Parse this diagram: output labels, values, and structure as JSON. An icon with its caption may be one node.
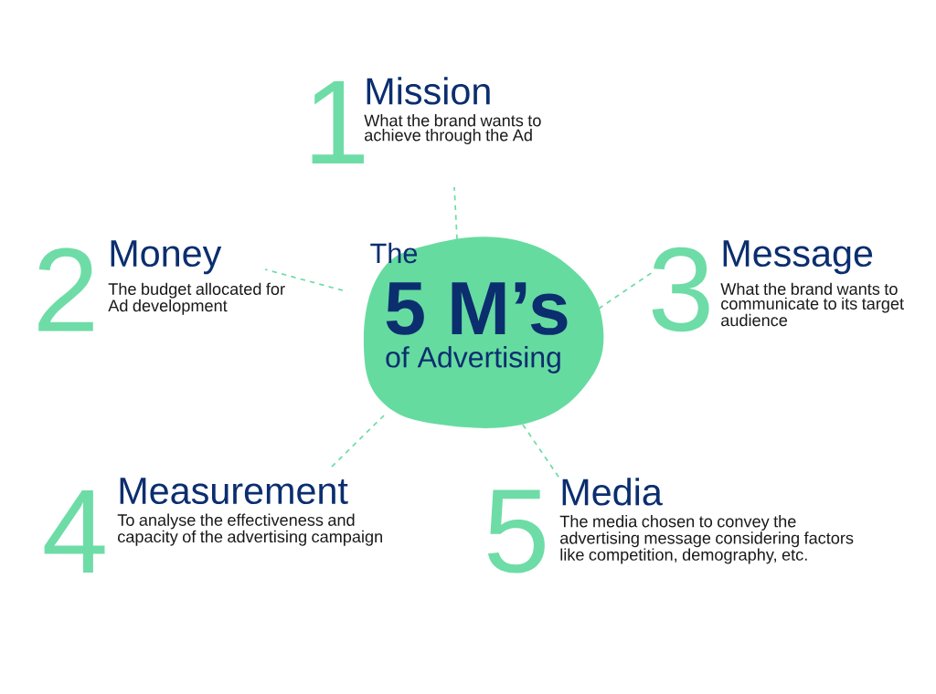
{
  "diagram": {
    "nodes": [
      {
        "text": [
          "1",
          "Mission",
          "What the brand wants to achieve through the Ad"
        ]
      },
      {
        "text": [
          "2",
          "Money",
          "The budget allocated for Ad development"
        ]
      },
      {
        "text": [
          "The",
          "5 M’s",
          "of Advertising"
        ]
      },
      {
        "text": [
          "3",
          "Message",
          "What the brand wants to communicate to its target audience"
        ]
      },
      {
        "text": [
          "4",
          "Measurement",
          "To analyse the effectiveness and capacity of the advertising campaign"
        ]
      },
      {
        "text": [
          "5",
          "Media",
          "The media chosen to convey the advertising message considering factors like competition, demography, etc."
        ]
      }
    ],
    "edges": [
      {
        "from": 2,
        "to": 0,
        "arrow": "none",
        "style": "dashed"
      },
      {
        "from": 2,
        "to": 1,
        "arrow": "none",
        "style": "dashed"
      },
      {
        "from": 2,
        "to": 3,
        "arrow": "none",
        "style": "dashed"
      },
      {
        "from": 2,
        "to": 4,
        "arrow": "none",
        "style": "dashed"
      },
      {
        "from": 2,
        "to": 5,
        "arrow": "none",
        "style": "dashed"
      }
    ]
  }
}
